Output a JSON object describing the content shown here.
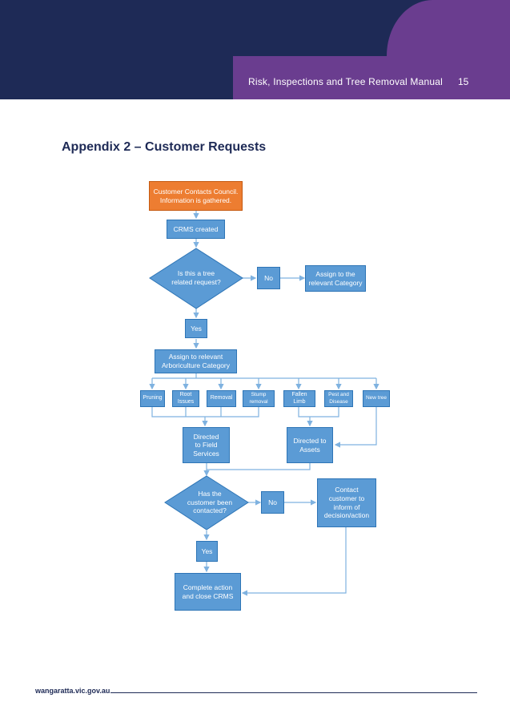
{
  "header": {
    "title": "Risk, Inspections and Tree Removal Manual",
    "page_number": "15",
    "colors": {
      "navy": "#1e2a56",
      "purple": "#6a3d8f"
    }
  },
  "appendix_title": "Appendix 2 – Customer Requests",
  "flowchart": {
    "colors": {
      "box": "#5b9bd5",
      "box_border": "#2e75b6",
      "start": "#ed7d31",
      "connector": "#7fb2e0"
    },
    "start": "Customer Contacts Council. Information is gathered.",
    "crms_created": "CRMS created",
    "decision_tree_related": "Is this a tree related request?",
    "no_1": "No",
    "assign_category": "Assign to the relevant Category",
    "yes_1": "Yes",
    "assign_arboriculture": "Assign to relevant Arboriculture Category",
    "categories": [
      "Pruning",
      "Root Issues",
      "Removal",
      "Stump removal",
      "Fallen Limb",
      "Pest and Disease",
      "New tree"
    ],
    "directed_field": "Directed to Field Services",
    "directed_assets": "Directed to Assets",
    "decision_contacted": "Has the customer been contacted?",
    "no_2": "No",
    "contact_customer": "Contact customer to inform of decision/action",
    "yes_2": "Yes",
    "complete_action": "Complete action and close CRMS"
  },
  "footer": {
    "url": "wangaratta.vic.gov.au"
  }
}
